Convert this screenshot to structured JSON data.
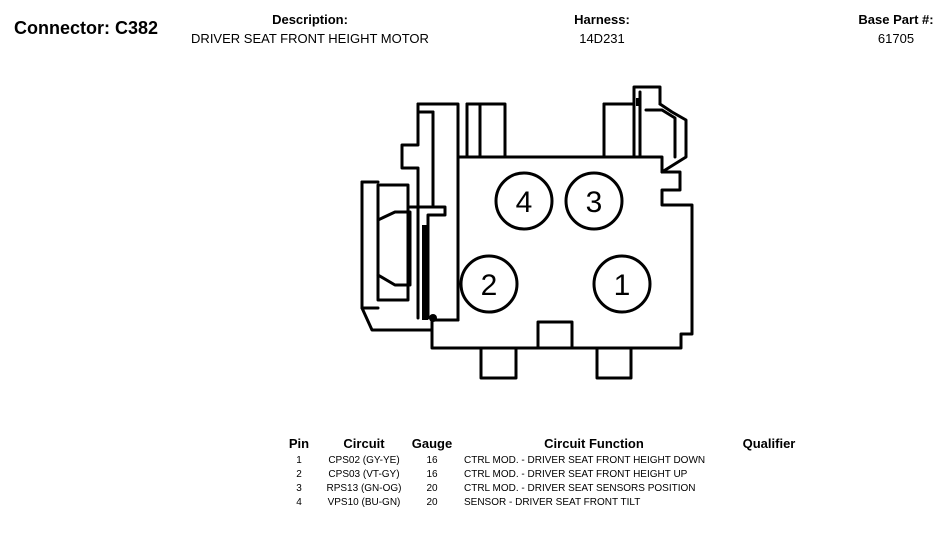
{
  "header": {
    "connector_title": "Connector: C382",
    "description_label": "Description:",
    "description_value": "DRIVER SEAT FRONT HEIGHT MOTOR",
    "harness_label": "Harness:",
    "harness_value": "14D231",
    "base_part_label": "Base Part #:",
    "base_part_value": "61705"
  },
  "diagram": {
    "pins": [
      "4",
      "3",
      "2",
      "1"
    ]
  },
  "table": {
    "columns": [
      "Pin",
      "Circuit",
      "Gauge",
      "Circuit Function",
      "Qualifier"
    ],
    "rows": [
      {
        "pin": "1",
        "circuit": "CPS02 (GY-YE)",
        "gauge": "16",
        "function": "CTRL MOD. - DRIVER SEAT FRONT HEIGHT DOWN",
        "qualifier": ""
      },
      {
        "pin": "2",
        "circuit": "CPS03 (VT-GY)",
        "gauge": "16",
        "function": "CTRL MOD. - DRIVER SEAT FRONT HEIGHT UP",
        "qualifier": ""
      },
      {
        "pin": "3",
        "circuit": "RPS13 (GN-OG)",
        "gauge": "20",
        "function": "CTRL MOD. - DRIVER SEAT SENSORS POSITION",
        "qualifier": ""
      },
      {
        "pin": "4",
        "circuit": "VPS10 (BU-GN)",
        "gauge": "20",
        "function": "SENSOR - DRIVER SEAT FRONT TILT",
        "qualifier": ""
      }
    ]
  }
}
